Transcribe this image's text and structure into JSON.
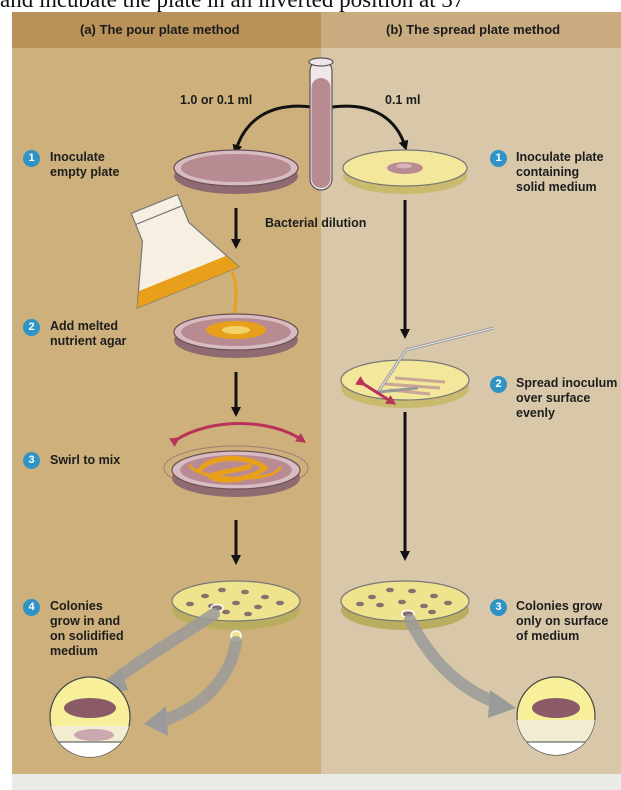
{
  "top_caption": "and incubate the plate in an inverted position at 37",
  "panels": {
    "left_title": "(a) The pour plate method",
    "right_title": "(b) The spread plate method"
  },
  "volumes": {
    "left": "1.0 or 0.1 ml",
    "right": "0.1 ml"
  },
  "tube_label": "Bacterial dilution",
  "pour_steps": [
    {
      "num": "1",
      "text": "Inoculate\nempty plate"
    },
    {
      "num": "2",
      "text": "Add melted\nnutrient agar"
    },
    {
      "num": "3",
      "text": "Swirl to mix"
    },
    {
      "num": "4",
      "text": "Colonies\ngrow in and\non solidified\nmedium"
    }
  ],
  "spread_steps": [
    {
      "num": "1",
      "text": "Inoculate plate\ncontaining\nsolid medium"
    },
    {
      "num": "2",
      "text": "Spread inoculum\nover surface\nevenly"
    },
    {
      "num": "3",
      "text": "Colonies grow\nonly on surface\nof medium"
    }
  ],
  "colors": {
    "left_bg": "#cdb07b",
    "right_bg": "#d8c8a9",
    "step_badge": "#2f93c6",
    "pink_medium": "#b88b93",
    "yellow_agar": "#efe38e",
    "swirl_arrow": "#b8325a"
  }
}
